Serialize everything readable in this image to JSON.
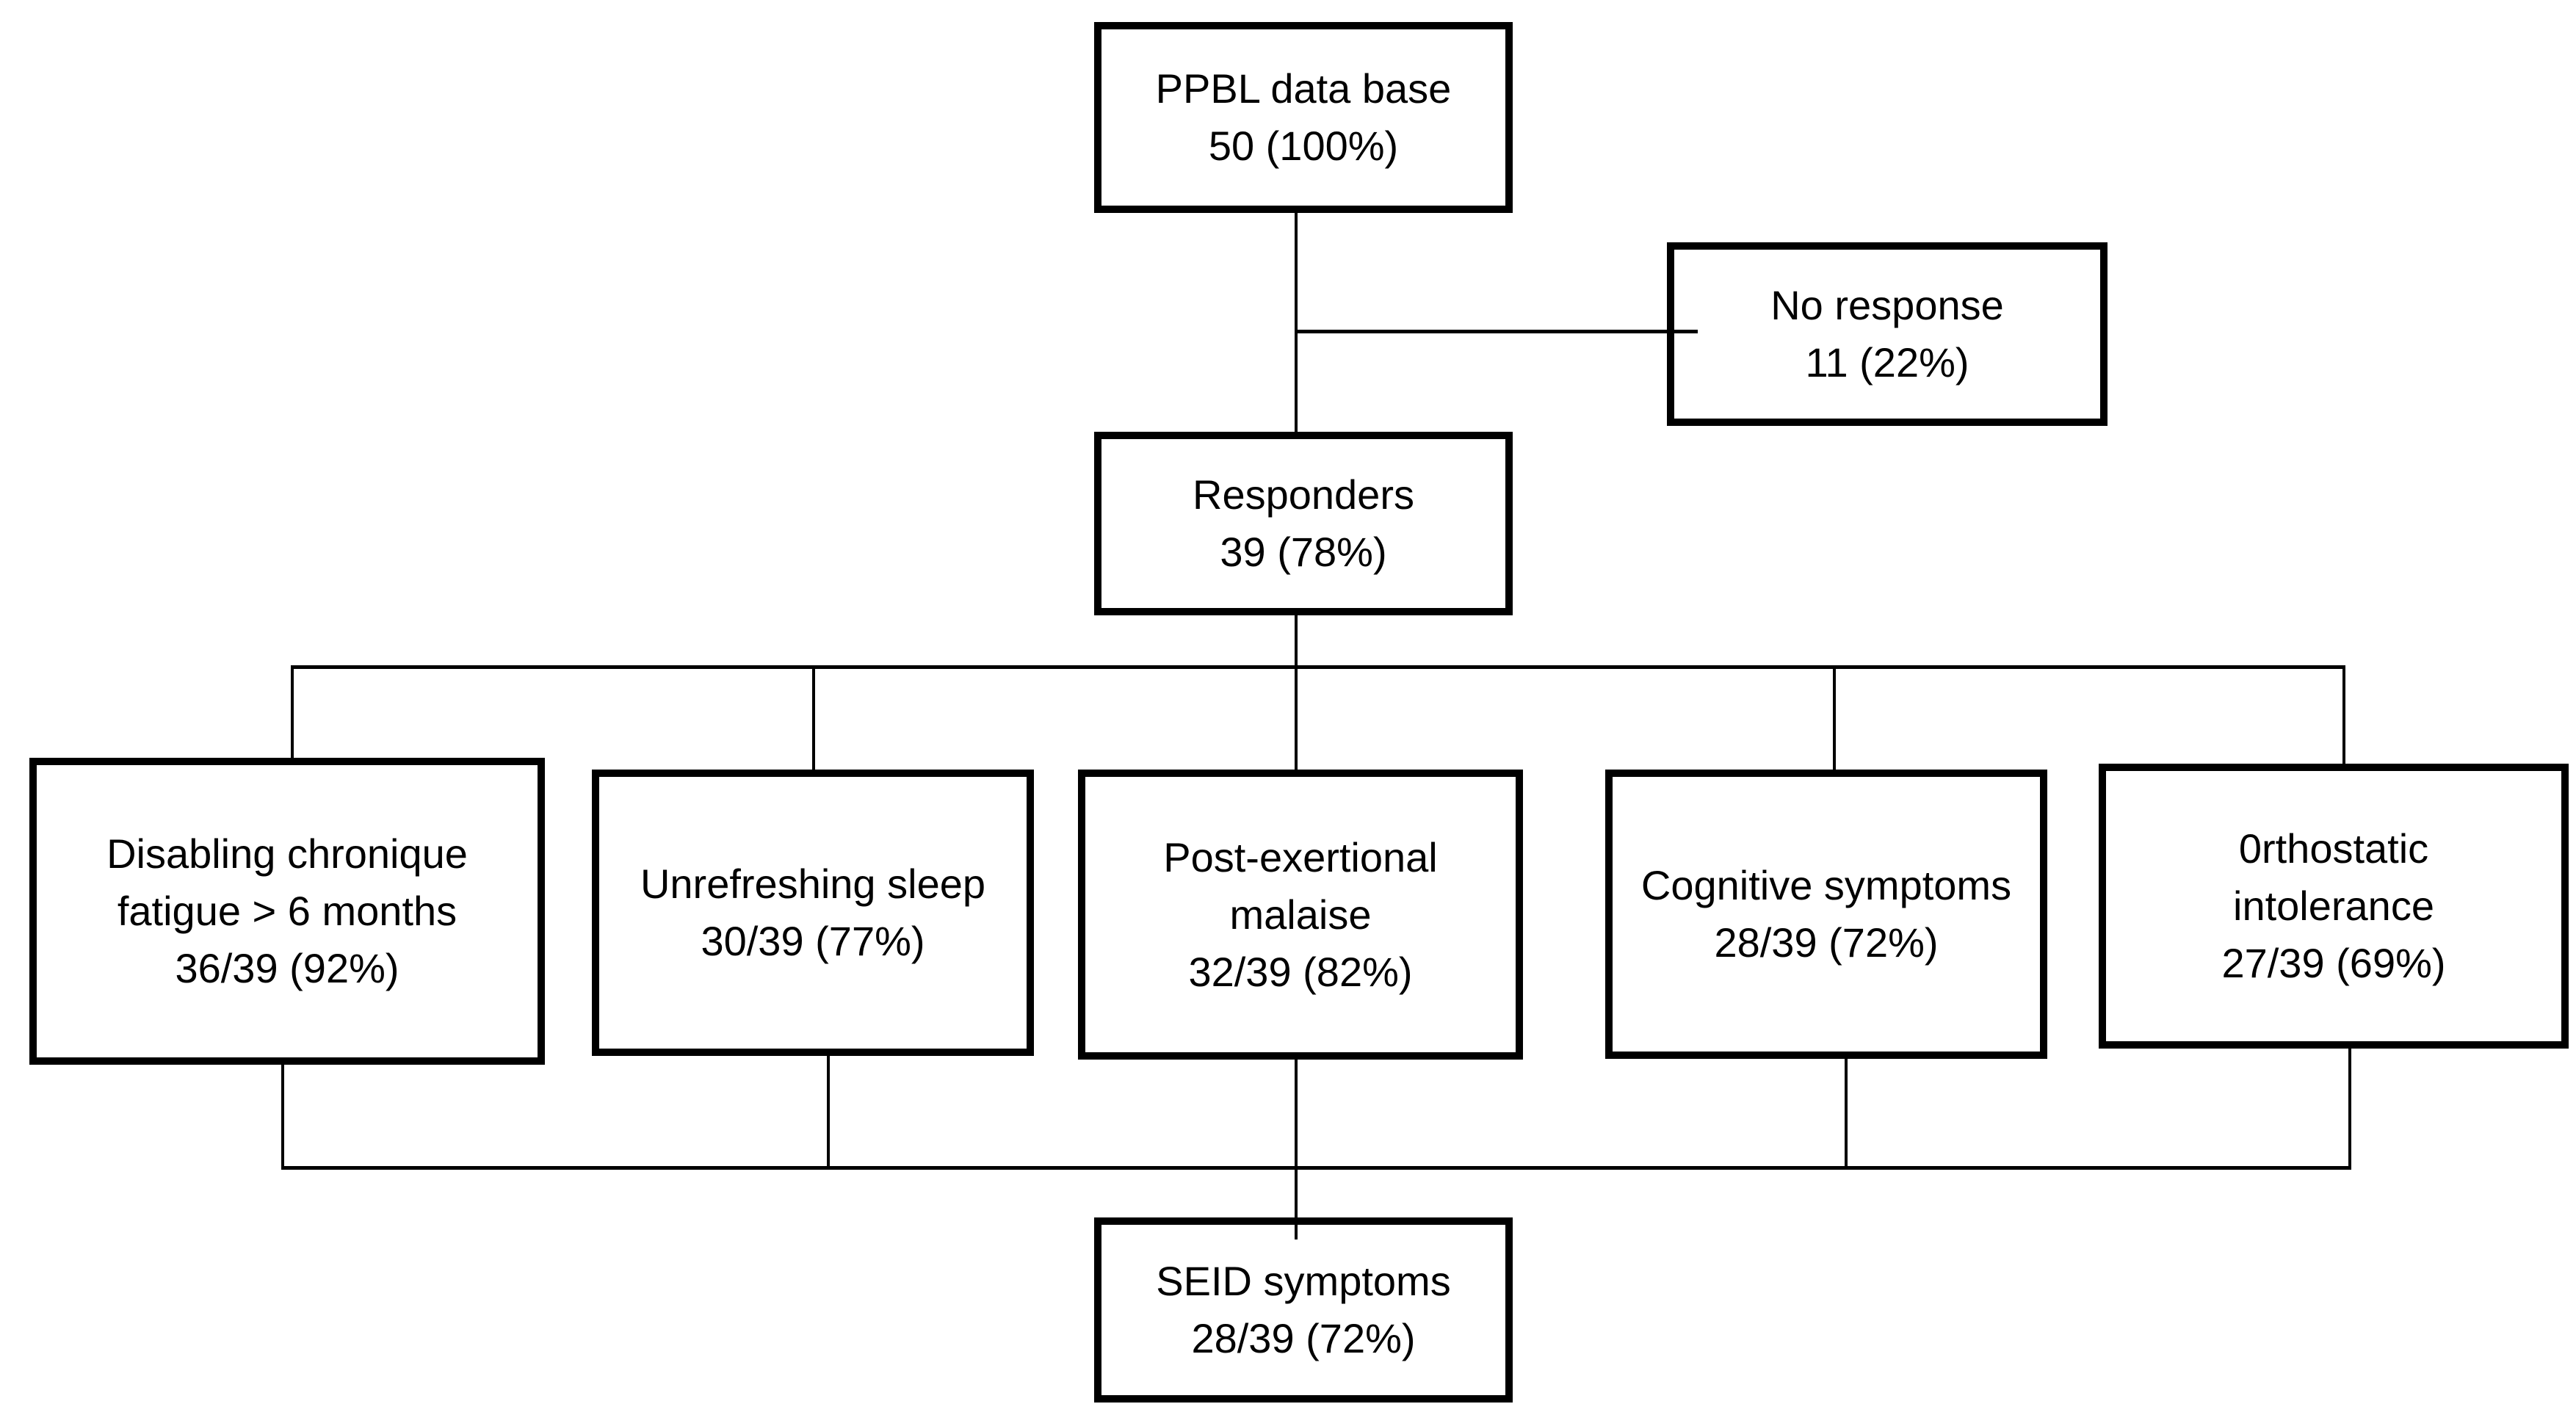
{
  "colors": {
    "background": "#ffffff",
    "box_border": "#000000",
    "text": "#000000",
    "connector": "#000000"
  },
  "nodes": [
    {
      "id": "ppbl-database",
      "lines": [
        "PPBL data base",
        "50 (100%)"
      ]
    },
    {
      "id": "no-response",
      "lines": [
        "No response",
        "11 (22%)"
      ]
    },
    {
      "id": "responders",
      "lines": [
        "Responders",
        "39 (78%)"
      ]
    },
    {
      "id": "disabling-chronique-fatigue",
      "lines": [
        "Disabling chronique",
        "fatigue > 6 months",
        "36/39 (92%)"
      ]
    },
    {
      "id": "unrefreshing-sleep",
      "lines": [
        "Unrefreshing sleep",
        "30/39 (77%)"
      ]
    },
    {
      "id": "post-exertional-malaise",
      "lines": [
        "Post-exertional",
        "malaise",
        "32/39 (82%)"
      ]
    },
    {
      "id": "cognitive-symptoms",
      "lines": [
        "Cognitive symptoms",
        "28/39 (72%)"
      ]
    },
    {
      "id": "orthostatic-intolerance",
      "lines": [
        "0rthostatic",
        "intolerance",
        "27/39 (69%)"
      ]
    },
    {
      "id": "seid-symptoms",
      "lines": [
        "SEID symptoms",
        "28/39 (72%)"
      ]
    }
  ]
}
